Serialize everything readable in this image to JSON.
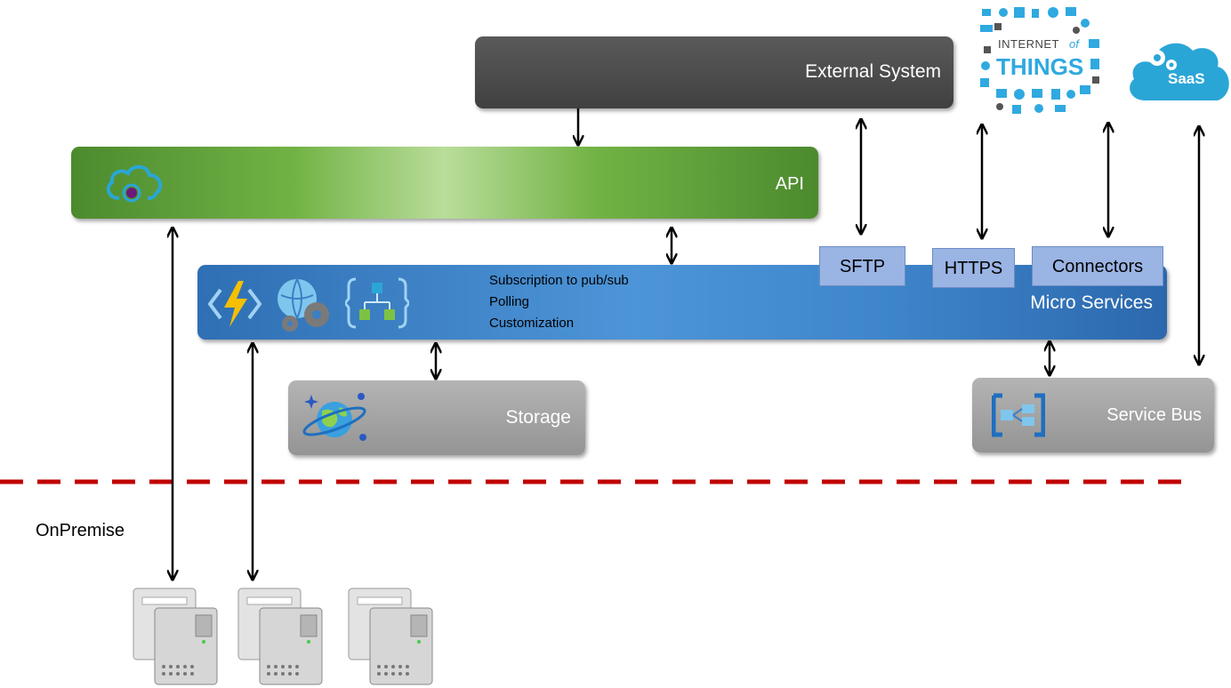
{
  "external_system": {
    "label": "External System"
  },
  "api": {
    "label": "API"
  },
  "micro_services": {
    "label": "Micro Services",
    "notes": [
      "Subscription to pub/sub",
      "Polling",
      "Customization"
    ]
  },
  "protocols": {
    "sftp": "SFTP",
    "https": "HTTPS",
    "connectors": "Connectors"
  },
  "storage": {
    "label": "Storage"
  },
  "service_bus": {
    "label": "Service Bus"
  },
  "onpremise": {
    "label": "OnPremise"
  },
  "iot_logo": {
    "line1": "INTERNET",
    "of": "of",
    "line2": "THINGS"
  },
  "saas_logo": {
    "label": "SaaS"
  },
  "icons": [
    "cloud-api-icon",
    "azure-function-icon",
    "web-app-gear-icon",
    "logic-app-icon",
    "cosmos-db-icon",
    "service-bus-icon",
    "server-icon",
    "saas-cloud-icon",
    "iot-logo"
  ],
  "colors": {
    "external_system": "#4a4a4a",
    "api": "#5fa13a",
    "micro_services": "#3b7fc4",
    "gray_box": "#a6a6a6",
    "protocol_box": "#9ab4e4",
    "boundary": "#c00000"
  }
}
